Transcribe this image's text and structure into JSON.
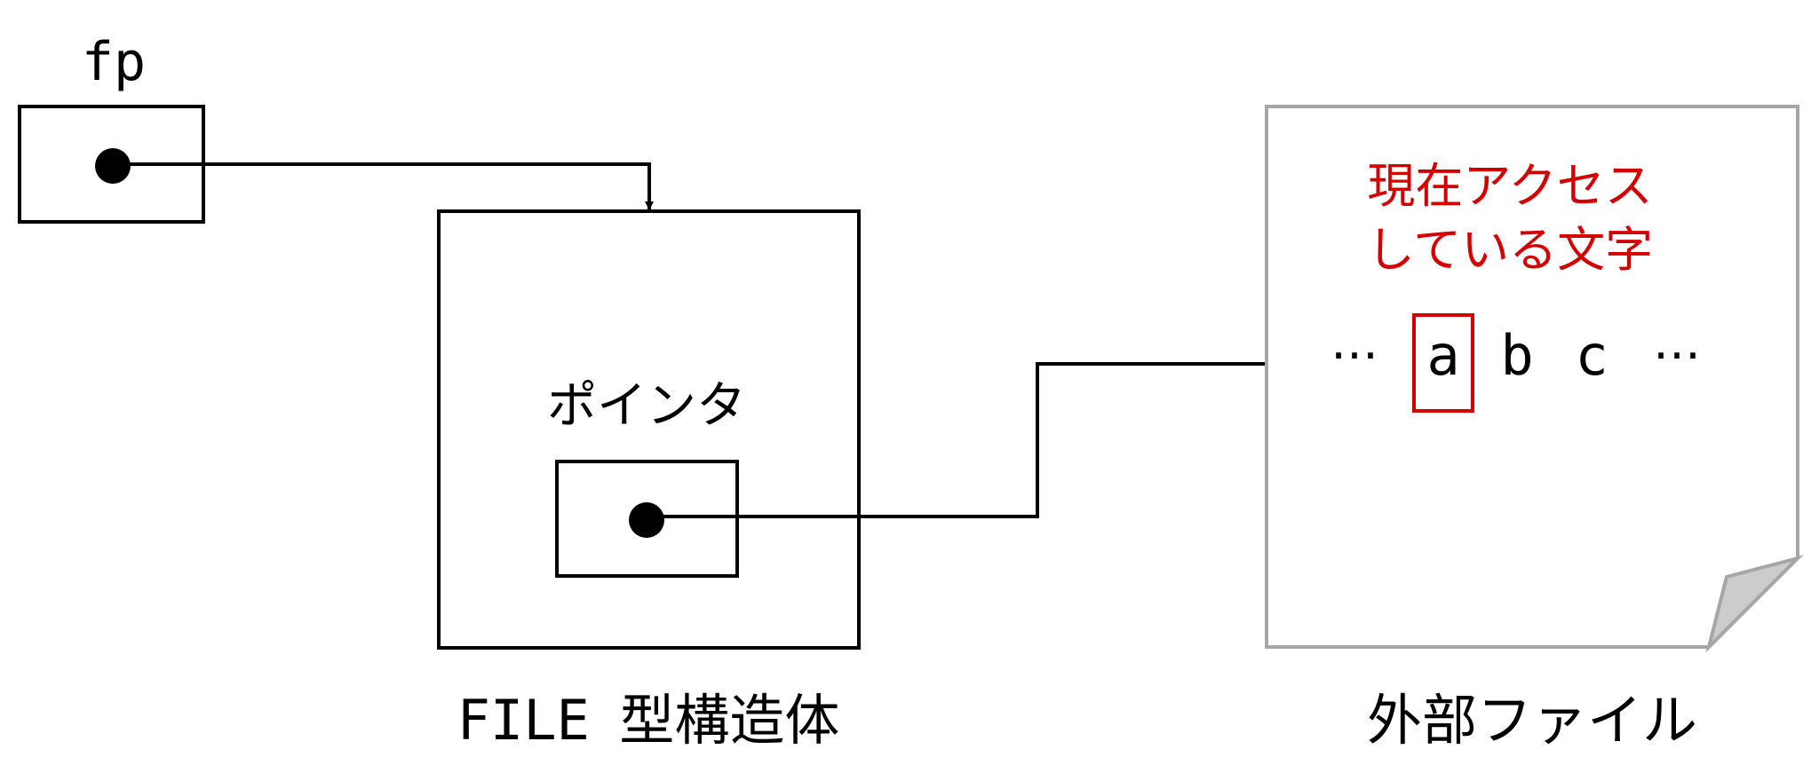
{
  "variable": {
    "name": "fp"
  },
  "file_struct": {
    "pointer_label": "ポインタ",
    "caption_type": "FILE",
    "caption_rest": "型構造体"
  },
  "external_file": {
    "annotation_line1": "現在アクセス",
    "annotation_line2": "している文字",
    "ellipsis_left": "…",
    "chars": [
      "a",
      "b",
      "c"
    ],
    "ellipsis_right": "…",
    "caption": "外部ファイル"
  },
  "colors": {
    "stroke": "#000000",
    "file_border": "#a6a6a6",
    "file_fold": "#cccccc",
    "highlight": "#d40000"
  }
}
